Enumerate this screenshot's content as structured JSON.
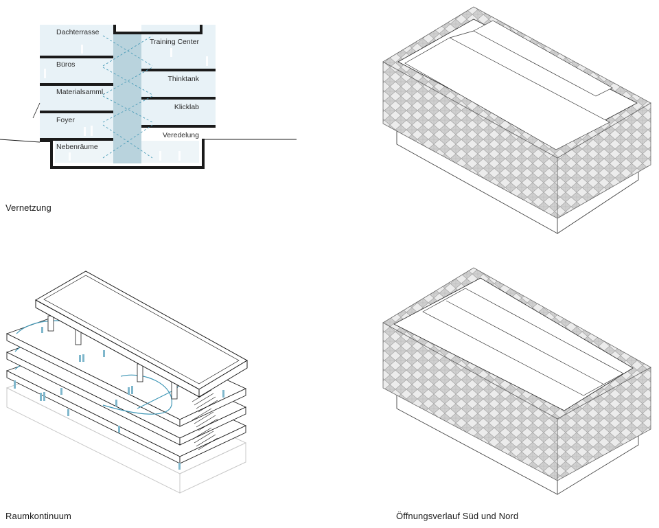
{
  "section": {
    "rooms_left": [
      "Dachterrasse",
      "Büros",
      "Materialsamml.",
      "Foyer",
      "Nebenräume"
    ],
    "rooms_right": [
      "Training Center",
      "Thinktank",
      "Klicklab",
      "Veredelung"
    ]
  },
  "captions": {
    "vernetzung": "Vernetzung",
    "raumkontinuum": "Raumkontinuum",
    "oeffnungsverlauf": "Öffnungsverlauf Süd und Nord"
  },
  "colors": {
    "line": "#1a1a1a",
    "glass": "#e8f2f7",
    "atrium": "#b9d3dd",
    "path": "#3f97b6",
    "facade": "#b8b8b8"
  }
}
